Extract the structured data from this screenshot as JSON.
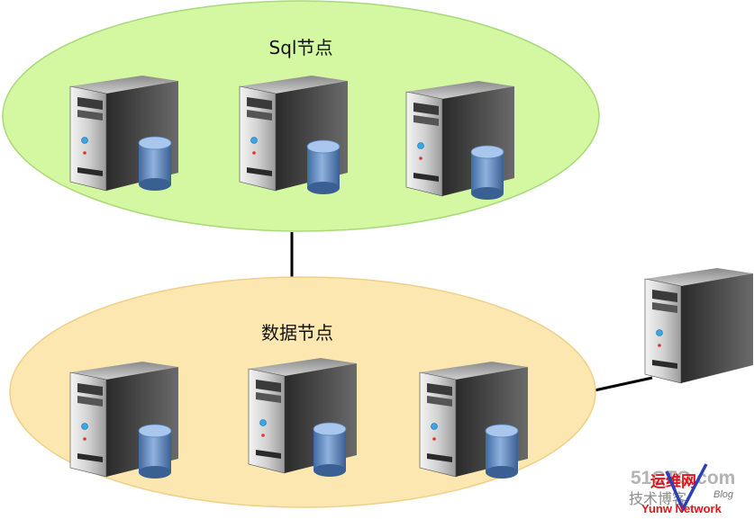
{
  "diagram": {
    "sql_node_label": "Sql节点",
    "data_node_label": "数据节点",
    "colors": {
      "sql_cluster_fill": "#d4f7a2",
      "sql_cluster_stroke": "#a8d97a",
      "data_cluster_fill": "#fde7b0",
      "data_cluster_stroke": "#f0cf8a",
      "link": "#000000",
      "disk": "#4f79b0"
    },
    "icons": {
      "server": "server-icon",
      "database": "database-icon"
    }
  },
  "watermark": {
    "site": "51CTO.com",
    "cn_top": "运维网",
    "cn_bottom": "技术博客",
    "blog": "Blog",
    "network": "Yunw Network"
  }
}
